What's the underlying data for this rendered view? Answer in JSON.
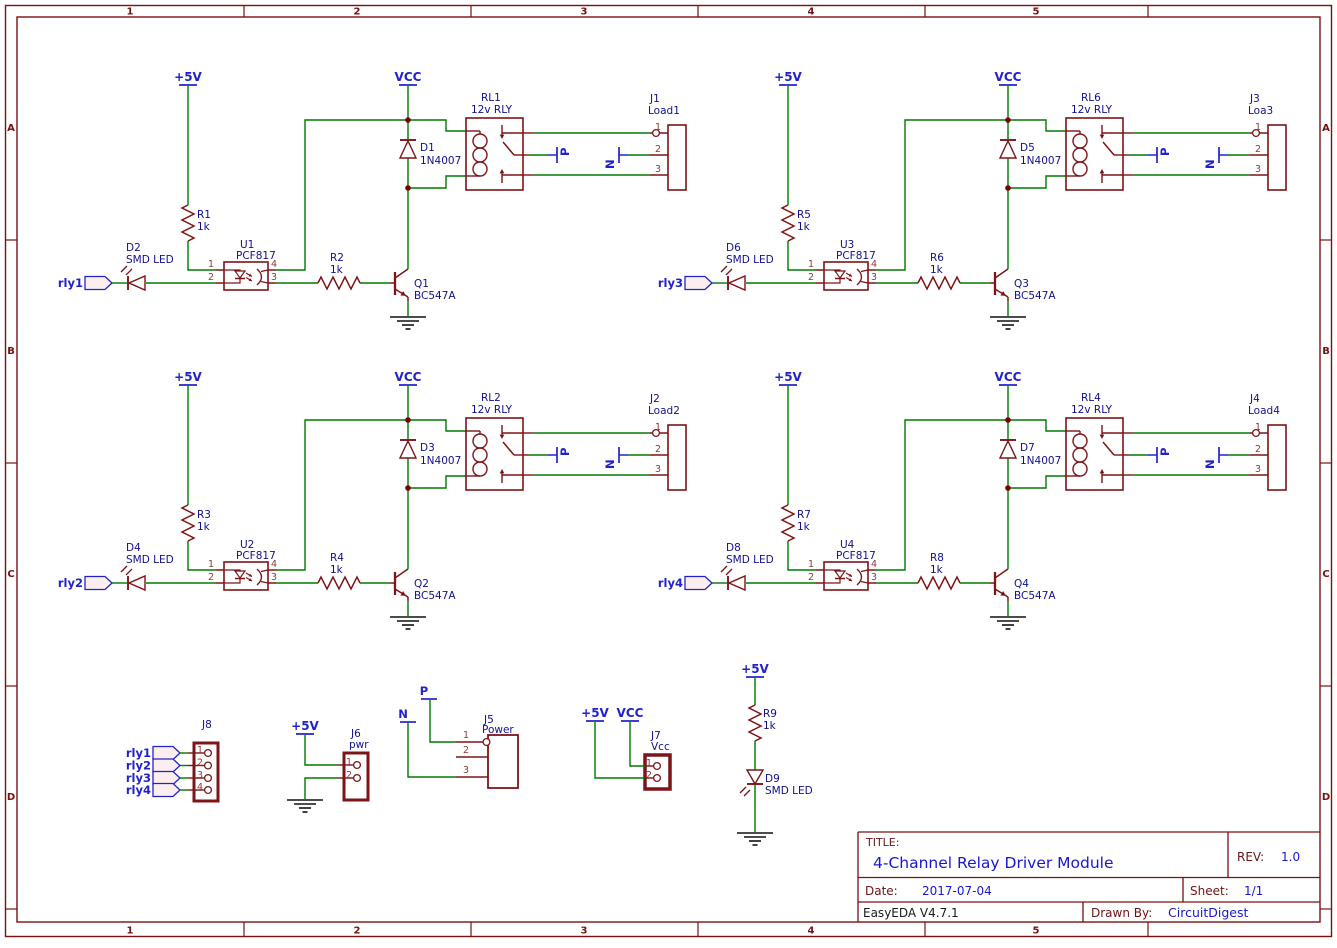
{
  "colors": {
    "wire": "#007a00",
    "component": "#7d1417",
    "pin_number": "#8a3a3a",
    "net_label": "#2222cc",
    "ref_label": "#10108c",
    "frame": "#7a1010",
    "junction": "#7a0000",
    "ground": "#111111",
    "flag_fill": "#fceeee",
    "title_value_blue": "#1717d2",
    "title_label_maroon": "#6b1515",
    "plain_text": "#1a1a1a"
  },
  "frame": {
    "columns": [
      "1",
      "2",
      "3",
      "4",
      "5"
    ],
    "rows": [
      "A",
      "B",
      "C",
      "D"
    ]
  },
  "shared": {
    "opto_pins": [
      "1",
      "2",
      "3",
      "4"
    ],
    "conn_pins": [
      "1",
      "2",
      "3"
    ]
  },
  "channels": [
    {
      "input": "rly1",
      "rail5": "+5V",
      "rail_vcc": "VCC",
      "net_p": "P",
      "net_n": "N",
      "pullup": {
        "ref": "R1",
        "value": "1k"
      },
      "in_led": {
        "ref": "D2",
        "value": "SMD LED"
      },
      "opto": {
        "ref": "U1",
        "value": "PCF817"
      },
      "base_res": {
        "ref": "R2",
        "value": "1k"
      },
      "transistor": {
        "ref": "Q1",
        "value": "BC547A"
      },
      "flyback": {
        "ref": "D1",
        "value": "1N4007"
      },
      "relay": {
        "ref": "RL1",
        "value": "12v RLY"
      },
      "connector": {
        "ref": "J1",
        "value": "Load1"
      }
    },
    {
      "input": "rly2",
      "rail5": "+5V",
      "rail_vcc": "VCC",
      "net_p": "P",
      "net_n": "N",
      "pullup": {
        "ref": "R3",
        "value": "1k"
      },
      "in_led": {
        "ref": "D4",
        "value": "SMD LED"
      },
      "opto": {
        "ref": "U2",
        "value": "PCF817"
      },
      "base_res": {
        "ref": "R4",
        "value": "1k"
      },
      "transistor": {
        "ref": "Q2",
        "value": "BC547A"
      },
      "flyback": {
        "ref": "D3",
        "value": "1N4007"
      },
      "relay": {
        "ref": "RL2",
        "value": "12v RLY"
      },
      "connector": {
        "ref": "J2",
        "value": "Load2"
      }
    },
    {
      "input": "rly3",
      "rail5": "+5V",
      "rail_vcc": "VCC",
      "net_p": "P",
      "net_n": "N",
      "pullup": {
        "ref": "R5",
        "value": "1k"
      },
      "in_led": {
        "ref": "D6",
        "value": "SMD LED"
      },
      "opto": {
        "ref": "U3",
        "value": "PCF817"
      },
      "base_res": {
        "ref": "R6",
        "value": "1k"
      },
      "transistor": {
        "ref": "Q3",
        "value": "BC547A"
      },
      "flyback": {
        "ref": "D5",
        "value": "1N4007"
      },
      "relay": {
        "ref": "RL6",
        "value": "12v RLY"
      },
      "connector": {
        "ref": "J3",
        "value": "Loa3"
      }
    },
    {
      "input": "rly4",
      "rail5": "+5V",
      "rail_vcc": "VCC",
      "net_p": "P",
      "net_n": "N",
      "pullup": {
        "ref": "R7",
        "value": "1k"
      },
      "in_led": {
        "ref": "D8",
        "value": "SMD LED"
      },
      "opto": {
        "ref": "U4",
        "value": "PCF817"
      },
      "base_res": {
        "ref": "R8",
        "value": "1k"
      },
      "transistor": {
        "ref": "Q4",
        "value": "BC547A"
      },
      "flyback": {
        "ref": "D7",
        "value": "1N4007"
      },
      "relay": {
        "ref": "RL4",
        "value": "12v RLY"
      },
      "connector": {
        "ref": "J4",
        "value": "Load4"
      }
    }
  ],
  "bottom": {
    "j8": {
      "ref": "J8",
      "pins": [
        "1",
        "2",
        "3",
        "4"
      ],
      "nets": [
        "rly1",
        "rly2",
        "rly3",
        "rly4"
      ]
    },
    "j6": {
      "ref": "J6",
      "value": "pwr",
      "pins": [
        "1",
        "2"
      ],
      "rail5": "+5V"
    },
    "j5": {
      "ref": "J5",
      "value": "Power",
      "pins": [
        "1",
        "2",
        "3"
      ],
      "net_p": "P",
      "net_n": "N"
    },
    "j7": {
      "ref": "J7",
      "value": "Vcc",
      "pins": [
        "1",
        "2"
      ],
      "rail5": "+5V",
      "rail_vcc": "VCC"
    },
    "indicator": {
      "res": {
        "ref": "R9",
        "value": "1k"
      },
      "led": {
        "ref": "D9",
        "value": "SMD LED"
      },
      "rail5": "+5V"
    }
  },
  "title_block": {
    "title_label": "TITLE:",
    "title": "4-Channel Relay Driver Module",
    "rev_label": "REV:",
    "rev": "1.0",
    "date_label": "Date:",
    "date": "2017-07-04",
    "sheet_label": "Sheet:",
    "sheet": "1/1",
    "tool_version": "EasyEDA V4.7.1",
    "drawn_by_label": "Drawn By:",
    "drawn_by": "CircuitDigest"
  }
}
